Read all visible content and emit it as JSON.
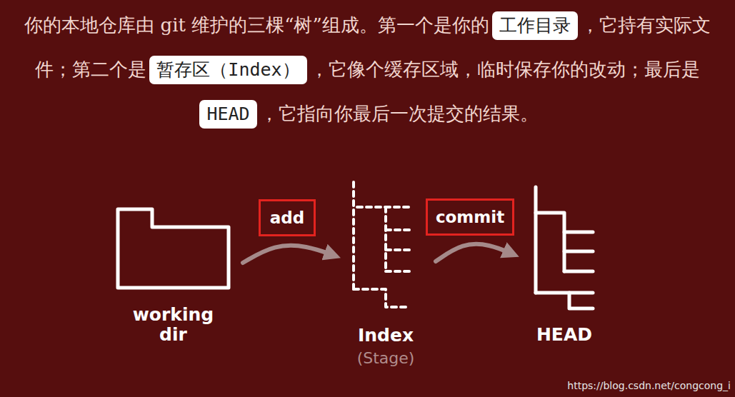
{
  "diagram": {
    "nodes": [
      {
        "text": [
          "工作目录"
        ]
      },
      {
        "text": [
          "暂存区（Index）"
        ]
      },
      {
        "text": [
          "HEAD"
        ]
      },
      {
        "text": [
          "working dir"
        ]
      },
      {
        "text": [
          "add"
        ]
      },
      {
        "text": [
          "Index",
          "(Stage)"
        ]
      },
      {
        "text": [
          "commit"
        ]
      },
      {
        "text": [
          "HEAD"
        ]
      }
    ],
    "edges": [
      {
        "from": 3,
        "to": 5,
        "arrow": "to"
      },
      {
        "from": 5,
        "to": 7,
        "arrow": "to"
      }
    ],
    "labels": [
      "你的本地仓库由 git 维护的三棵“树”组成。第一个是你的",
      "，它持有实际文件；第二个是",
      "，它像个缓存区域，临时保存你的改动；最后是",
      "，它指向你最后一次提交的结果。",
      "https://blog.csdn.net/congcong_i"
    ]
  }
}
